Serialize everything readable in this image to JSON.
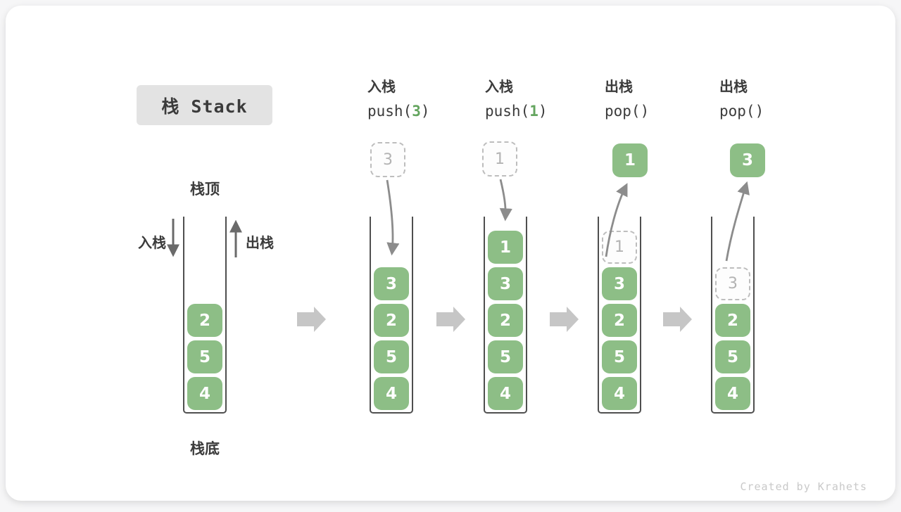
{
  "title": "栈 Stack",
  "stack_labels": {
    "top": "栈顶",
    "bottom": "栈底",
    "push_in": "入栈",
    "pop_out": "出栈"
  },
  "operations": [
    {
      "name": "入栈",
      "fn": "push(",
      "arg": "3",
      "close": ")"
    },
    {
      "name": "入栈",
      "fn": "push(",
      "arg": "1",
      "close": ")"
    },
    {
      "name": "出栈",
      "fn": "pop(",
      "arg": "",
      "close": ")"
    },
    {
      "name": "出栈",
      "fn": "pop(",
      "arg": "",
      "close": ")"
    }
  ],
  "floating_boxes": [
    {
      "value": "3",
      "style": "dashed"
    },
    {
      "value": "1",
      "style": "dashed"
    },
    {
      "value": "1",
      "style": "solid"
    },
    {
      "value": "3",
      "style": "solid"
    }
  ],
  "stacks": [
    {
      "cells": [
        "2",
        "5",
        "4"
      ]
    },
    {
      "cells": [
        "3",
        "2",
        "5",
        "4"
      ]
    },
    {
      "cells": [
        "1",
        "3",
        "2",
        "5",
        "4"
      ]
    },
    {
      "ghost": "1",
      "cells": [
        "3",
        "2",
        "5",
        "4"
      ]
    },
    {
      "ghost": "3",
      "cells": [
        "2",
        "5",
        "4"
      ]
    }
  ],
  "watermark": "Created by Krahets",
  "colors": {
    "cell_green": "#8dbe86",
    "code_green": "#64a55f",
    "arrow_gray": "#8c8c8c",
    "side_arrow_gray": "#6a6a6a",
    "chevron_gray": "#c6c6c6",
    "title_box_bg": "#e3e3e3"
  }
}
